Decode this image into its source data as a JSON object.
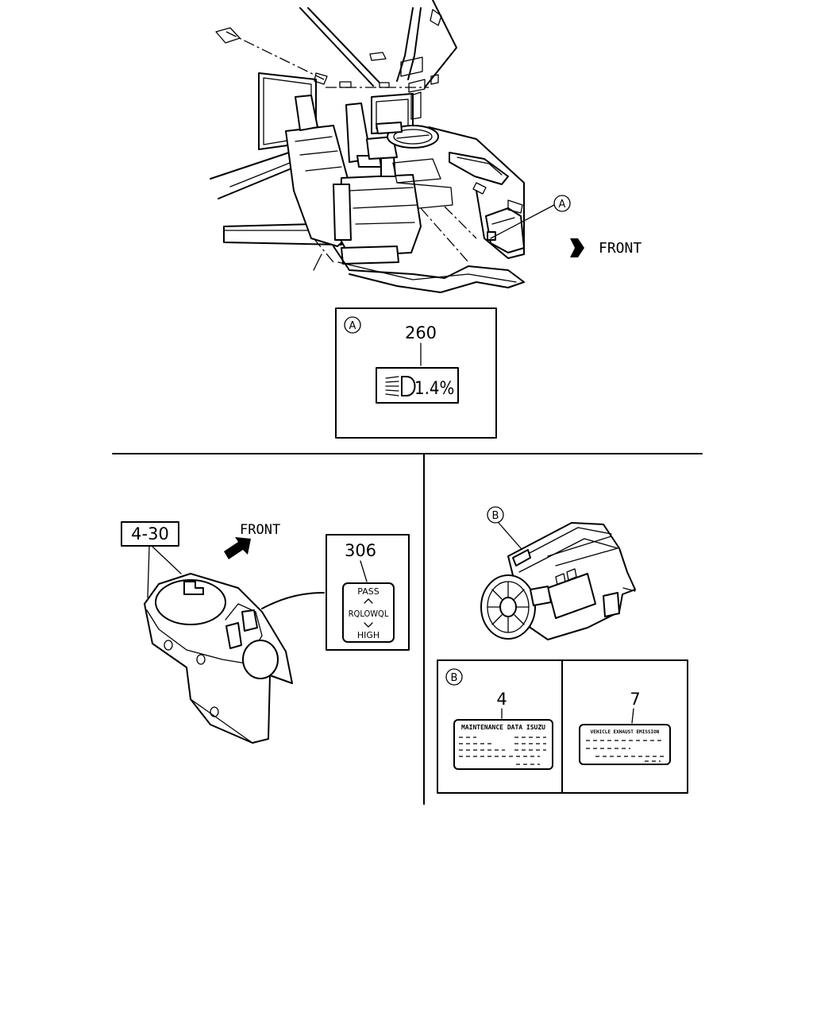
{
  "callouts": {
    "a_marker": "A",
    "a_detail_marker": "A",
    "b_marker": "B",
    "b_detail_marker": "B"
  },
  "directions": {
    "front_top": "FRONT",
    "front_bottom": "FRONT"
  },
  "detail_a": {
    "part_number": "260",
    "label_text": "1.4%"
  },
  "switch_section": {
    "ref_label": "4-30",
    "part_number": "306",
    "label_pass": "PASS",
    "label_mid": "RQLOWQL",
    "label_high": "HIGH"
  },
  "detail_b": {
    "left_part_number": "4",
    "left_label_title": "MAINTENANCE DATA ISUZU",
    "right_part_number": "7",
    "right_label_title": "VEHICLE EXHAUST EMISSION"
  }
}
